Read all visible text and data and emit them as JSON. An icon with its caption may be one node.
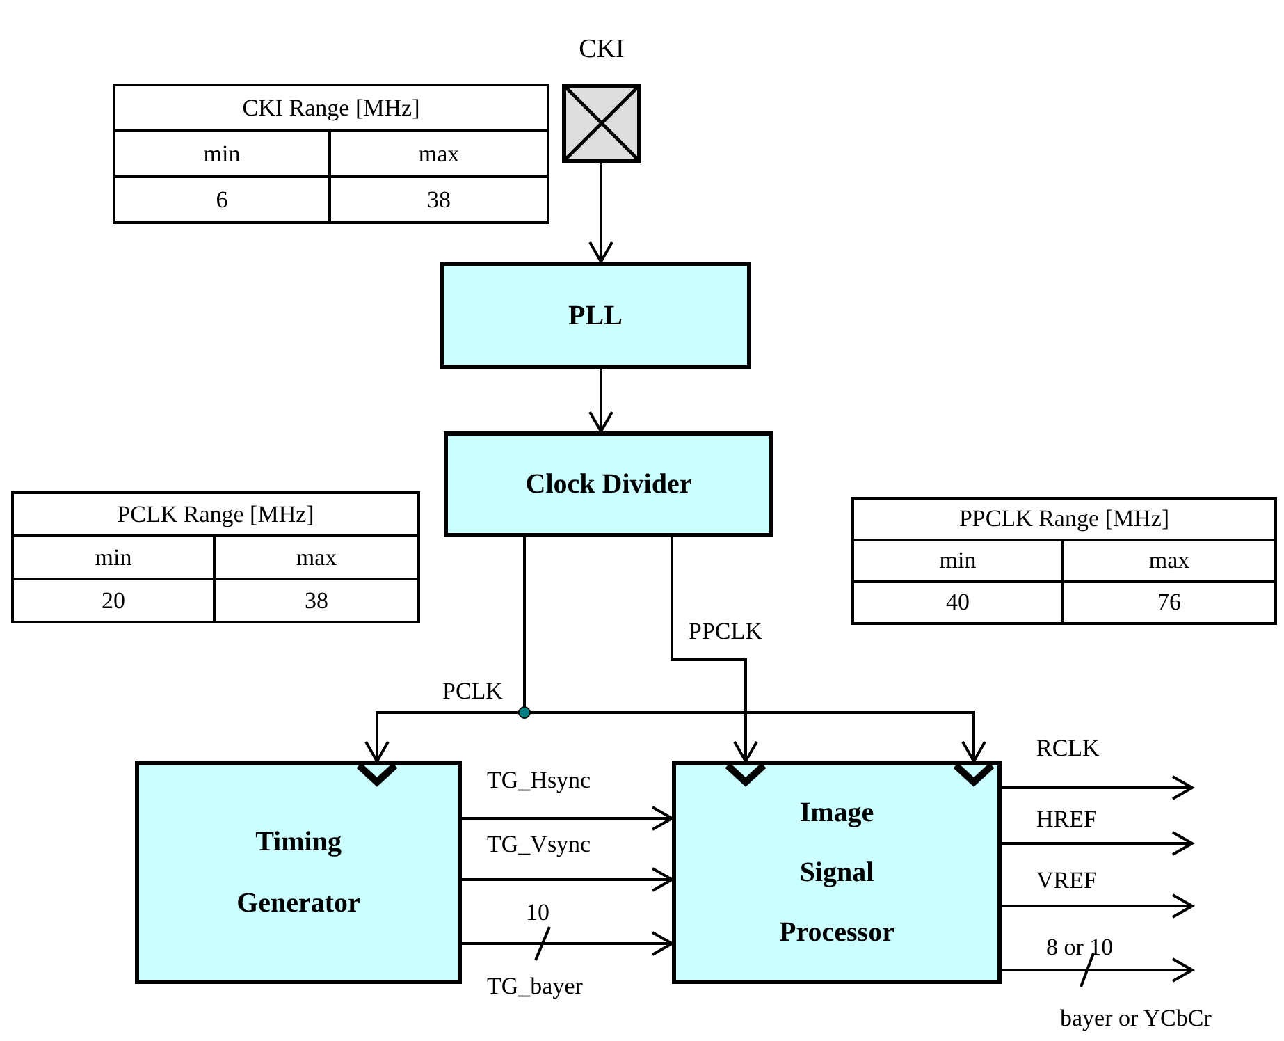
{
  "diagram": {
    "nodes": [
      {
        "text": [
          "CKI"
        ]
      },
      {
        "text": [
          "PLL"
        ]
      },
      {
        "text": [
          "Clock Divider"
        ]
      },
      {
        "text": [
          "Timing Generator"
        ]
      },
      {
        "text": [
          "Image Signal Processor"
        ]
      }
    ],
    "edges": [
      {
        "from": 0,
        "to": 1,
        "arrow": "to"
      },
      {
        "from": 1,
        "to": 2,
        "arrow": "to"
      },
      {
        "from": 2,
        "to": 3,
        "arrow": "to",
        "label": "PCLK"
      },
      {
        "from": 2,
        "to": 4,
        "arrow": "to"
      },
      {
        "from": 2,
        "to": 4,
        "arrow": "to",
        "label": "PPCLK"
      },
      {
        "from": 3,
        "to": 4,
        "arrow": "to",
        "label": "TG_Hsync"
      },
      {
        "from": 3,
        "to": 4,
        "arrow": "to",
        "label": "TG_Vsync"
      },
      {
        "from": 3,
        "to": 4,
        "arrow": "to",
        "label": "TG_bayer"
      },
      {
        "from": 4,
        "to": null,
        "arrow": "to",
        "label": "RCLK"
      },
      {
        "from": 4,
        "to": null,
        "arrow": "to",
        "label": "HREF"
      },
      {
        "from": 4,
        "to": null,
        "arrow": "to",
        "label": "VREF"
      },
      {
        "from": 4,
        "to": null,
        "arrow": "to",
        "label": "bayer or YCbCr"
      }
    ],
    "labels": [
      "CKI Range [MHz]",
      "min",
      "max",
      "6",
      "38",
      "PCLK Range [MHz]",
      "min",
      "max",
      "20",
      "38",
      "PPCLK Range [MHz]",
      "min",
      "max",
      "40",
      "76",
      "10",
      "8 or 10"
    ]
  }
}
